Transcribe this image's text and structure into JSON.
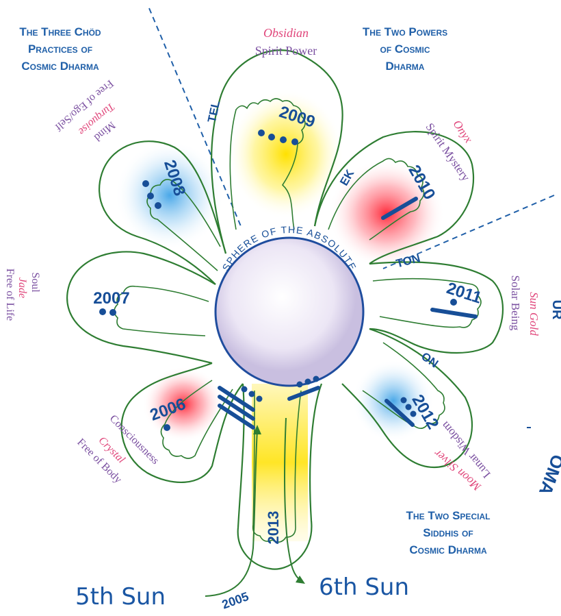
{
  "headings": {
    "chod": [
      "The Three Chöd",
      "Practices of",
      "Cosmic Dharma"
    ],
    "powers": [
      "The Two Powers",
      "of Cosmic",
      "Dharma"
    ],
    "siddhis": [
      "The Two Special",
      "Siddhis of",
      "Cosmic Dharma"
    ]
  },
  "center_label": "SPHERE OF THE ABSOLUTE",
  "petals": {
    "p2009": {
      "year": "2009",
      "word": "TEL",
      "stone": "Obsidian",
      "quality": "Spirit Power"
    },
    "p2010": {
      "year": "2010",
      "word": "EK",
      "stone": "Onyx",
      "quality": "Spirit Mystery"
    },
    "p2011": {
      "year": "2011",
      "word": "TON",
      "stone": "Sun Gold",
      "quality": "Solar Being"
    },
    "p2012": {
      "year": "2012",
      "word": "ON",
      "stone": "Moon Silver",
      "quality": "Lunar Wisdom"
    },
    "p2006": {
      "year": "2006",
      "stone": "Crystal",
      "quality": "Consciousness",
      "freedom": "Free of Body"
    },
    "p2007": {
      "year": "2007",
      "stone": "Jade",
      "quality": "Soul",
      "freedom": "Free of Life"
    },
    "p2008": {
      "year": "2008",
      "stone": "Turquoise",
      "quality": "Mind",
      "freedom": "Free of Ego/Self"
    }
  },
  "stem": {
    "year_center": "2013",
    "year_bottom": "2005"
  },
  "suns": {
    "left": "5th Sun",
    "right": "6th Sun"
  },
  "edge_text": {
    "ur": "UR",
    "oma": "OMA"
  },
  "colors": {
    "green": "#2e7d32",
    "blue_text": "#174e97",
    "heading": "#1f5fa8",
    "pink": "#e0457a",
    "purple": "#7a4fa0",
    "yellow": "#ffe100",
    "red": "#ff3340",
    "sky": "#54aee8"
  }
}
